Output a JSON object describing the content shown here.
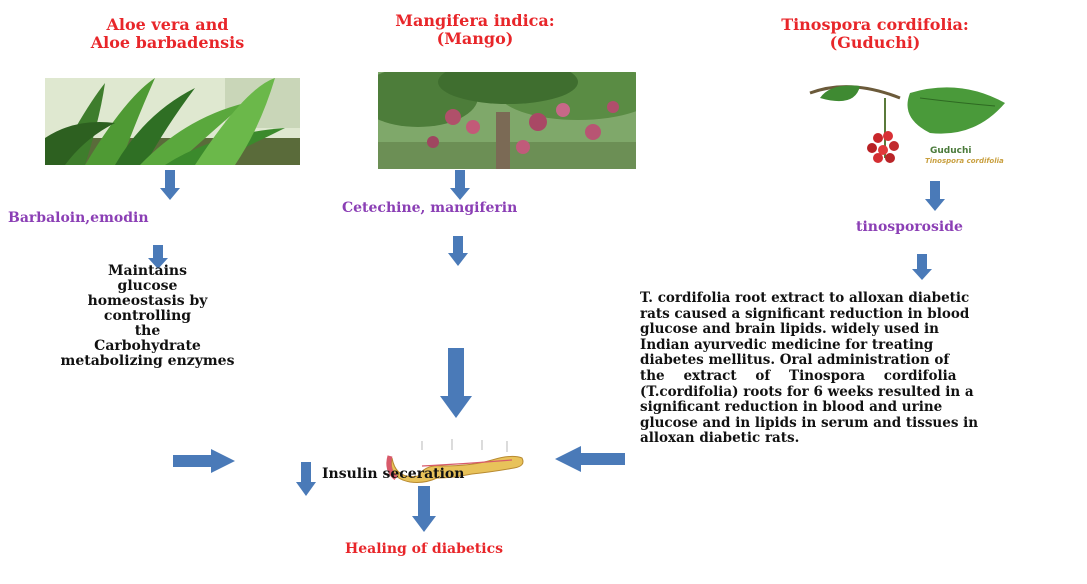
{
  "plants": {
    "aloe": {
      "title_line1": "Aloe vera and",
      "title_line2": "Aloe barbadensis",
      "compound": "Barbaloin,emodin"
    },
    "mango": {
      "title": "Mangifera indica: (Mango)",
      "compound": "Cetechine, mangiferin"
    },
    "tinospora": {
      "title_line1": "Tinospora cordifolia:",
      "title_line2": "(Guduchi)",
      "compound": "tinosporoside",
      "image_caption": "Guduchi",
      "image_subcaption": "Tinospora cordifolia"
    }
  },
  "effects": {
    "aloe": [
      "Maintains",
      "glucose",
      "homeostasis by",
      "controlling",
      "the",
      "Carbohydrate",
      "metabolizing enzymes"
    ],
    "tinospora": [
      "T. cordifolia root extract to alloxan diabetic",
      "rats caused a significant reduction in blood",
      "glucose and brain lipids. widely used in",
      "Indian ayurvedic medicine for treating",
      "diabetes mellitus. Oral administration of",
      "the    extract    of    Tinospora    cordifolia",
      "(T.cordifolia) roots for 6 weeks resulted in a",
      "significant reduction in blood and urine",
      "glucose and in lipids in serum and tissues in",
      "alloxan diabetic rats."
    ]
  },
  "outcome": {
    "insulin": "Insulin seceration",
    "healing": "Healing of diabetics"
  },
  "colors": {
    "title": "#e8262a",
    "compound": "#8b3fb5",
    "arrow": "#4a7ab8",
    "text": "#111111"
  }
}
